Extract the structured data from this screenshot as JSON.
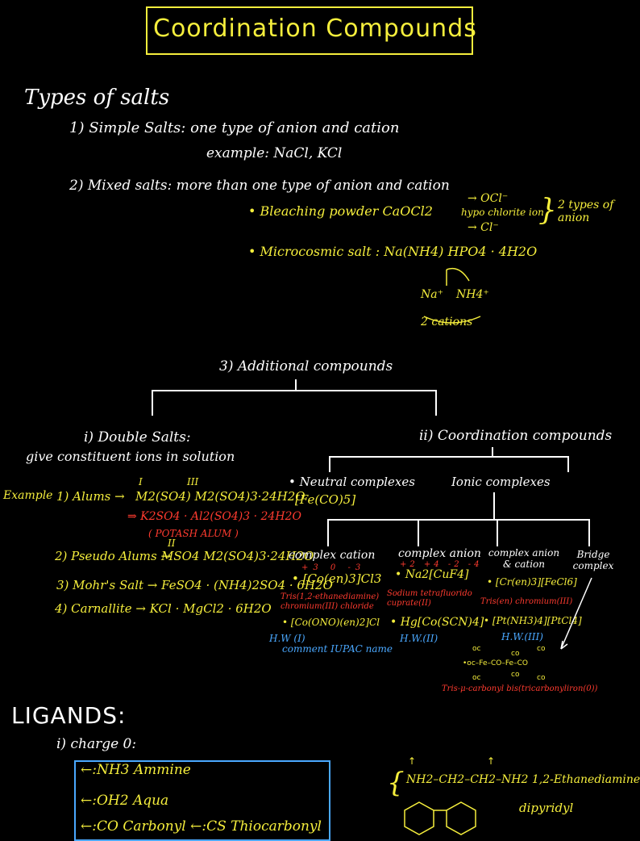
{
  "title": "Coordination Compounds",
  "types_heading": "Types of salts",
  "simple": {
    "label": "1) Simple Salts: one type of anion and cation",
    "example": "example: NaCl, KCl"
  },
  "mixed": {
    "label": "2) Mixed salts: more than one type of anion and cation",
    "bleaching": "• Bleaching powder CaOCl2",
    "ocl": "→ OCl⁻",
    "hypo": "hypo chlorite ion",
    "cl": "→ Cl⁻",
    "two_types": "2 types of anion",
    "micro": "• Microcosmic salt : Na(NH4) HPO4 · 4H2O",
    "na": "Na⁺",
    "nh4": "NH4⁺",
    "two_cations": "2 cations"
  },
  "additional": "3) Additional compounds",
  "double_salts": {
    "label": "i) Double Salts:",
    "desc": "give constituent ions in solution",
    "example_label": "Example",
    "alums": "1) Alums →",
    "alum_formula": "M2(SO4) M2(SO4)3·24H2O",
    "roman1": "I",
    "roman3": "III",
    "potash_formula": "⇒ K2SO4 · Al2(SO4)3 · 24H2O",
    "potash": "( POTASH ALUM )",
    "pseudo": "2) Pseudo Alums →",
    "pseudo_formula": "MSO4 M2(SO4)3·24H2O",
    "roman2": "II",
    "mohr": "3) Mohr's Salt → FeSO4 · (NH4)2SO4 · 6H2O",
    "carnallite": "4) Carnallite → KCl · MgCl2 · 6H2O"
  },
  "coordination": {
    "label": "ii) Coordination compounds",
    "neutral": "• Neutral complexes",
    "neutral_ex": "[Fe(CO)5]",
    "ionic": "Ionic complexes",
    "cation": {
      "label": "complex cation",
      "charges": "+3 0 -3",
      "formula": "• [Co(en)3]Cl3",
      "name": "Tris(1,2-ethanediamine) chromium(III) chloride",
      "formula2": "• [Co(ONO)(en)2]Cl",
      "hw": "H.W (I)",
      "comment": "comment IUPAC name"
    },
    "anion": {
      "label": "complex anion",
      "charges": "+2 +4 -2 -4",
      "formula": "• Na2[CuF4]",
      "name": "Sodium tetrafluorido cuprate(II)",
      "formula2": "• Hg[Co(SCN)4]",
      "hw": "H.W.(II)"
    },
    "both": {
      "label": "complex anion & cation",
      "formula": "• [Cr(en)3][FeCl6]",
      "name": "Tris(en) chromium(III)",
      "formula2": "• [Pt(NH3)4][PtCl4]",
      "hw": "H.W.(III)"
    },
    "bridge": {
      "label": "Bridge complex",
      "name": "Tris-μ-carbonyl bis(tricarbonyliron(0))"
    }
  },
  "ligands": {
    "heading": "LIGANDS:",
    "charge": "i) charge 0:",
    "items": [
      "←:NH3  Ammine",
      "←:OH2  Aqua",
      "←:CO  Carbonyl ←:CS Thiocarbonyl"
    ],
    "en": "NH2–CH2–CH2–NH2  1,2-Ethanediamine",
    "dipy": "dipyridyl"
  },
  "colors": {
    "background": "#000000",
    "yellow": "#f5ee3c",
    "red": "#ff3b2f",
    "blue": "#4aa8ff",
    "white": "#ffffff"
  }
}
